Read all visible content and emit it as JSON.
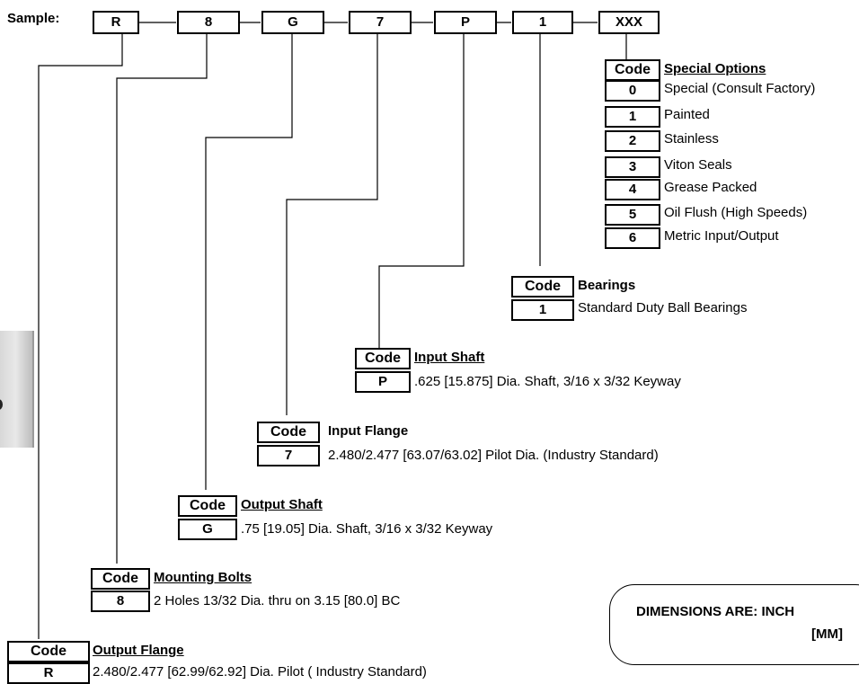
{
  "sample": {
    "label": "Sample:",
    "codes": [
      "R",
      "8",
      "G",
      "7",
      "P",
      "1",
      "XXX"
    ]
  },
  "code_header": "Code",
  "tables": {
    "special_options": {
      "title": "Special Options",
      "rows": [
        {
          "code": "0",
          "desc": "Special (Consult Factory)"
        },
        {
          "code": "1",
          "desc": "Painted"
        },
        {
          "code": "2",
          "desc": "Stainless"
        },
        {
          "code": "3",
          "desc": "Viton Seals"
        },
        {
          "code": "4",
          "desc": "Grease Packed"
        },
        {
          "code": "5",
          "desc": "Oil Flush (High Speeds)"
        },
        {
          "code": "6",
          "desc": "Metric Input/Output"
        }
      ]
    },
    "bearings": {
      "title": "Bearings",
      "rows": [
        {
          "code": "1",
          "desc": "Standard Duty Ball Bearings"
        }
      ]
    },
    "input_shaft": {
      "title": "Input Shaft",
      "rows": [
        {
          "code": "P",
          "desc": ".625 [15.875] Dia. Shaft, 3/16  x 3/32 Keyway"
        }
      ]
    },
    "input_flange": {
      "title": "Input Flange",
      "rows": [
        {
          "code": "7",
          "desc": "2.480/2.477 [63.07/63.02] Pilot Dia. (Industry Standard)"
        }
      ]
    },
    "output_shaft": {
      "title": "Output Shaft",
      "rows": [
        {
          "code": "G",
          "desc": ".75 [19.05] Dia. Shaft, 3/16 x 3/32 Keyway"
        }
      ]
    },
    "mounting_bolts": {
      "title": "Mounting Bolts",
      "rows": [
        {
          "code": "8",
          "desc": "2 Holes 13/32 Dia. thru on 3.15 [80.0]  BC"
        }
      ]
    },
    "output_flange": {
      "title": "Output Flange",
      "rows": [
        {
          "code": "R",
          "desc": "2.480/2.477 [62.99/62.92] Dia. Pilot ( Industry Standard)"
        }
      ]
    }
  },
  "dimensions": {
    "line1": "DIMENSIONS ARE:  INCH",
    "line2": "[MM]"
  }
}
